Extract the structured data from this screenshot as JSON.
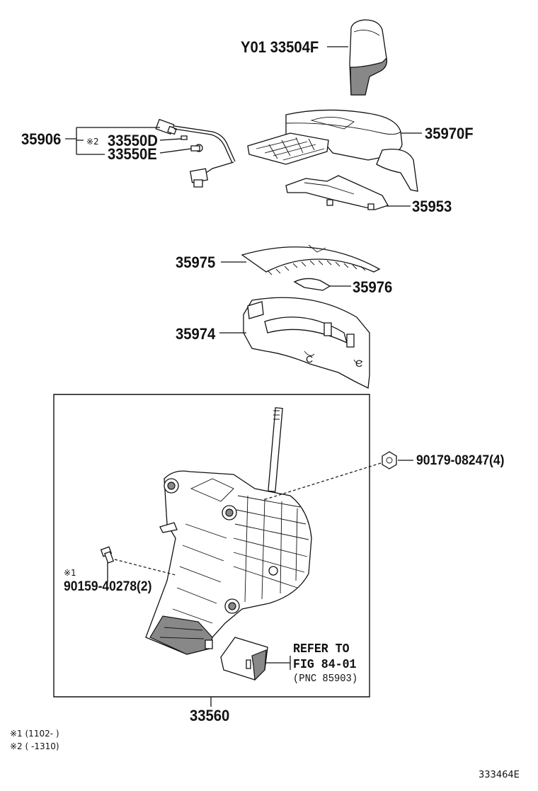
{
  "diagram": {
    "figure_id": "333464E",
    "parts": {
      "shift_knob": "Y01 33504F",
      "cable_assembly": "35906",
      "note2_mark": "※2",
      "part_33550D": "33550D",
      "part_33550E": "33550E",
      "indicator_housing": "35970F",
      "indicator_plate": "35953",
      "slide_cover": "35975",
      "spring": "35976",
      "position_housing": "35974",
      "nut": "90179-08247(4)",
      "bolt_note_mark": "※1",
      "bolt": "90159-40278(2)",
      "refer_line1": "REFER TO",
      "refer_line2": "FIG 84-01",
      "refer_line3": "(PNC 85903)",
      "shift_lever_assembly": "33560"
    },
    "footnotes": [
      "※1 (1102-        )",
      "※2 (        -1310)"
    ]
  }
}
